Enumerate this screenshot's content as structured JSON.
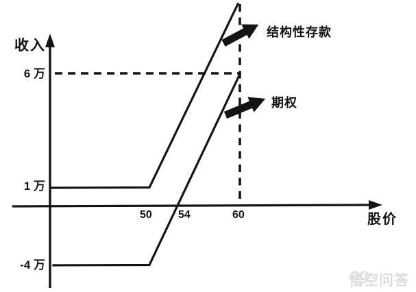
{
  "axes": {
    "y_label": "收入",
    "x_label": "股价"
  },
  "y_tick_labels": {
    "v6": "6 万",
    "v1": "1 万",
    "vneg4": "-4 万"
  },
  "x_tick_labels": {
    "v50": "50",
    "v54": "54",
    "v60": "60"
  },
  "series_labels": {
    "structured_deposit": "结构性存款",
    "option": "期权"
  },
  "watermark": {
    "text": "悟空问答"
  },
  "colors": {
    "ink": "#141414",
    "background": "#ffffff",
    "watermark": "#dedede"
  },
  "chart_data": {
    "type": "line",
    "title": "",
    "xlabel": "股价",
    "ylabel": "收入",
    "x_ticks": [
      50,
      54,
      60
    ],
    "y_tick_labels": [
      "6 万",
      "1 万",
      "-4 万"
    ],
    "y_unit": "万",
    "grid": false,
    "legend_position": "inline-arrow-callouts",
    "series": [
      {
        "name": "结构性存款",
        "shape": "flat-then-rising (hockey stick)",
        "points_x": [
          40,
          50,
          60
        ],
        "points_y": [
          1,
          1,
          11
        ]
      },
      {
        "name": "期权",
        "shape": "flat-then-rising (hockey stick)",
        "points_x": [
          40,
          50,
          54,
          60
        ],
        "points_y": [
          -4,
          -4,
          0,
          6
        ]
      }
    ],
    "annotations": [
      {
        "type": "dashed_vline",
        "x": 60
      },
      {
        "type": "dashed_hline",
        "y": 6,
        "label": "6 万"
      },
      {
        "type": "crosshair_intersection",
        "x": 60,
        "y": 6
      }
    ]
  }
}
